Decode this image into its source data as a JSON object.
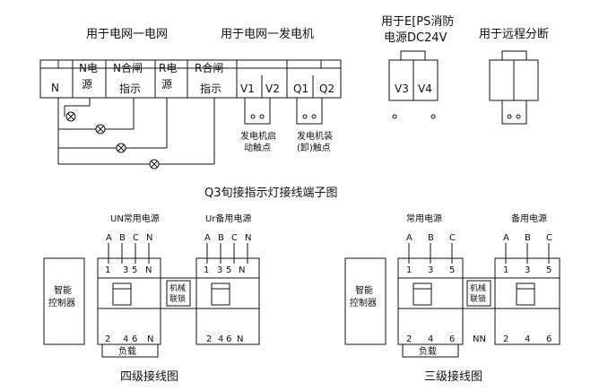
{
  "top": {
    "group1_title": "用于电网一电网",
    "group2_title": "用于电网一发电机",
    "eps_title_line1": "用于E[PS消防",
    "eps_title_line2": "电源DC24V",
    "remote_title": "用于远程分断",
    "terminals": [
      {
        "line1": "N",
        "line2": ""
      },
      {
        "line1": "N电",
        "line2": "源"
      },
      {
        "line1": "N合闸",
        "line2": "指示"
      },
      {
        "line1": "R电",
        "line2": "源"
      },
      {
        "line1": "R合闸",
        "line2": "指示"
      },
      {
        "line1": "V1",
        "line2": ""
      },
      {
        "line1": "V2",
        "line2": ""
      },
      {
        "line1": "Q1",
        "line2": ""
      },
      {
        "line1": "Q2",
        "line2": ""
      }
    ],
    "eps_terminals": [
      "V3",
      "V4"
    ],
    "gen_start_label_line1": "发电机启",
    "gen_start_label_line2": "动触点",
    "gen_load_label_line1": "发电机装",
    "gen_load_label_line2": "(卸)触点",
    "caption": "Q3旬接指示灯接线端子图"
  },
  "four_pole": {
    "un_label": "UN常用电源",
    "ur_label": "Ur备用电源",
    "left_phases": [
      "A",
      "B",
      "C",
      "N"
    ],
    "right_phases": [
      "A",
      "B",
      "C",
      "N"
    ],
    "left_top_pins": [
      "1",
      "3",
      "5",
      "N"
    ],
    "right_top_pins": [
      "1",
      "3",
      "5",
      "N"
    ],
    "left_bottom_pins": [
      "2",
      "4",
      "6",
      "N"
    ],
    "right_bottom_pins": [
      "2",
      "4",
      "6",
      "N"
    ],
    "controller_line1": "智能",
    "controller_line2": "控制器",
    "interlock_line1": "机械",
    "interlock_line2": "联锁",
    "load_label": "负载",
    "caption": "四级接线图"
  },
  "three_pole": {
    "common_label": "常用电源",
    "backup_label": "备用电源",
    "left_phases": [
      "A",
      "B",
      "C"
    ],
    "right_phases": [
      "A",
      "B",
      "C"
    ],
    "left_top_pins": [
      "1",
      "3",
      "5"
    ],
    "right_top_pins": [
      "1",
      "3",
      "5"
    ],
    "left_bottom_pins": [
      "2",
      "4",
      "6"
    ],
    "right_bottom_pins": [
      "2",
      "4",
      "6"
    ],
    "nn_label": "NN",
    "controller_line1": "智能",
    "controller_line2": "控制器",
    "interlock_line1": "机械",
    "interlock_line2": "联锁",
    "load_label": "负载",
    "caption": "三级接线图"
  }
}
